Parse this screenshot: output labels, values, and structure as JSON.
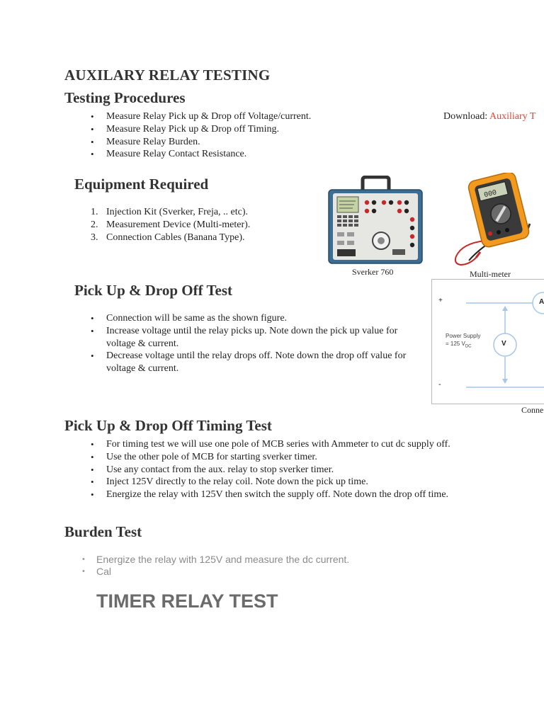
{
  "title": "AUXILARY RELAY TESTING",
  "testing_procedures": {
    "heading": "Testing Procedures",
    "items": [
      "Measure Relay Pick up & Drop off Voltage/current.",
      "Measure Relay Pick up & Drop off Timing.",
      "Measure Relay Burden.",
      "Measure Relay Contact Resistance."
    ],
    "download_label": "Download: ",
    "download_link": "Auxiliary T"
  },
  "equipment": {
    "heading": "Equipment Required",
    "items": [
      {
        "num": "1.",
        "text": "Injection Kit (Sverker, Freja, .. etc)."
      },
      {
        "num": "2.",
        "text": "Measurement Device (Multi-meter)."
      },
      {
        "num": "3.",
        "text": "Connection Cables (Banana Type)."
      }
    ],
    "image1_caption": "Sverker 760",
    "image2_caption": "Multi-meter",
    "multimeter_display": "000"
  },
  "pickup_test": {
    "heading": "Pick Up & Drop Off Test",
    "items": [
      "Connection will be same as the shown figure.",
      "Increase voltage until the relay picks up. Note down the pick up value for voltage & current.",
      "Decrease voltage until the relay drops off. Note down the drop off value for voltage & current."
    ],
    "diagram": {
      "plus": "+",
      "minus": "-",
      "supply_line1": "Power Supply",
      "supply_line2": "= 125 V",
      "supply_sub": "DC",
      "voltmeter": "V",
      "ammeter": "A"
    },
    "diagram_caption": "Conne"
  },
  "timing_test": {
    "heading": "Pick Up & Drop Off Timing Test",
    "items": [
      "For timing test we will use one pole of MCB series with Ammeter to cut dc supply off.",
      "Use the other pole of MCB for starting sverker timer.",
      "Use any contact from the aux. relay to stop sverker timer.",
      "Inject 125V directly to the relay coil. Note down the pick up time.",
      "Energize the relay with 125V then switch the supply off. Note down the drop off time."
    ]
  },
  "burden_test": {
    "heading": "Burden Test",
    "items": [
      "Energize the relay with 125V and measure the dc current.",
      "Cal"
    ]
  },
  "timer_heading": "TIMER RELAY TEST",
  "colors": {
    "link": "#e0463a",
    "diagram_line": "#a9c6e8",
    "muted_text": "#8a8a8a"
  }
}
